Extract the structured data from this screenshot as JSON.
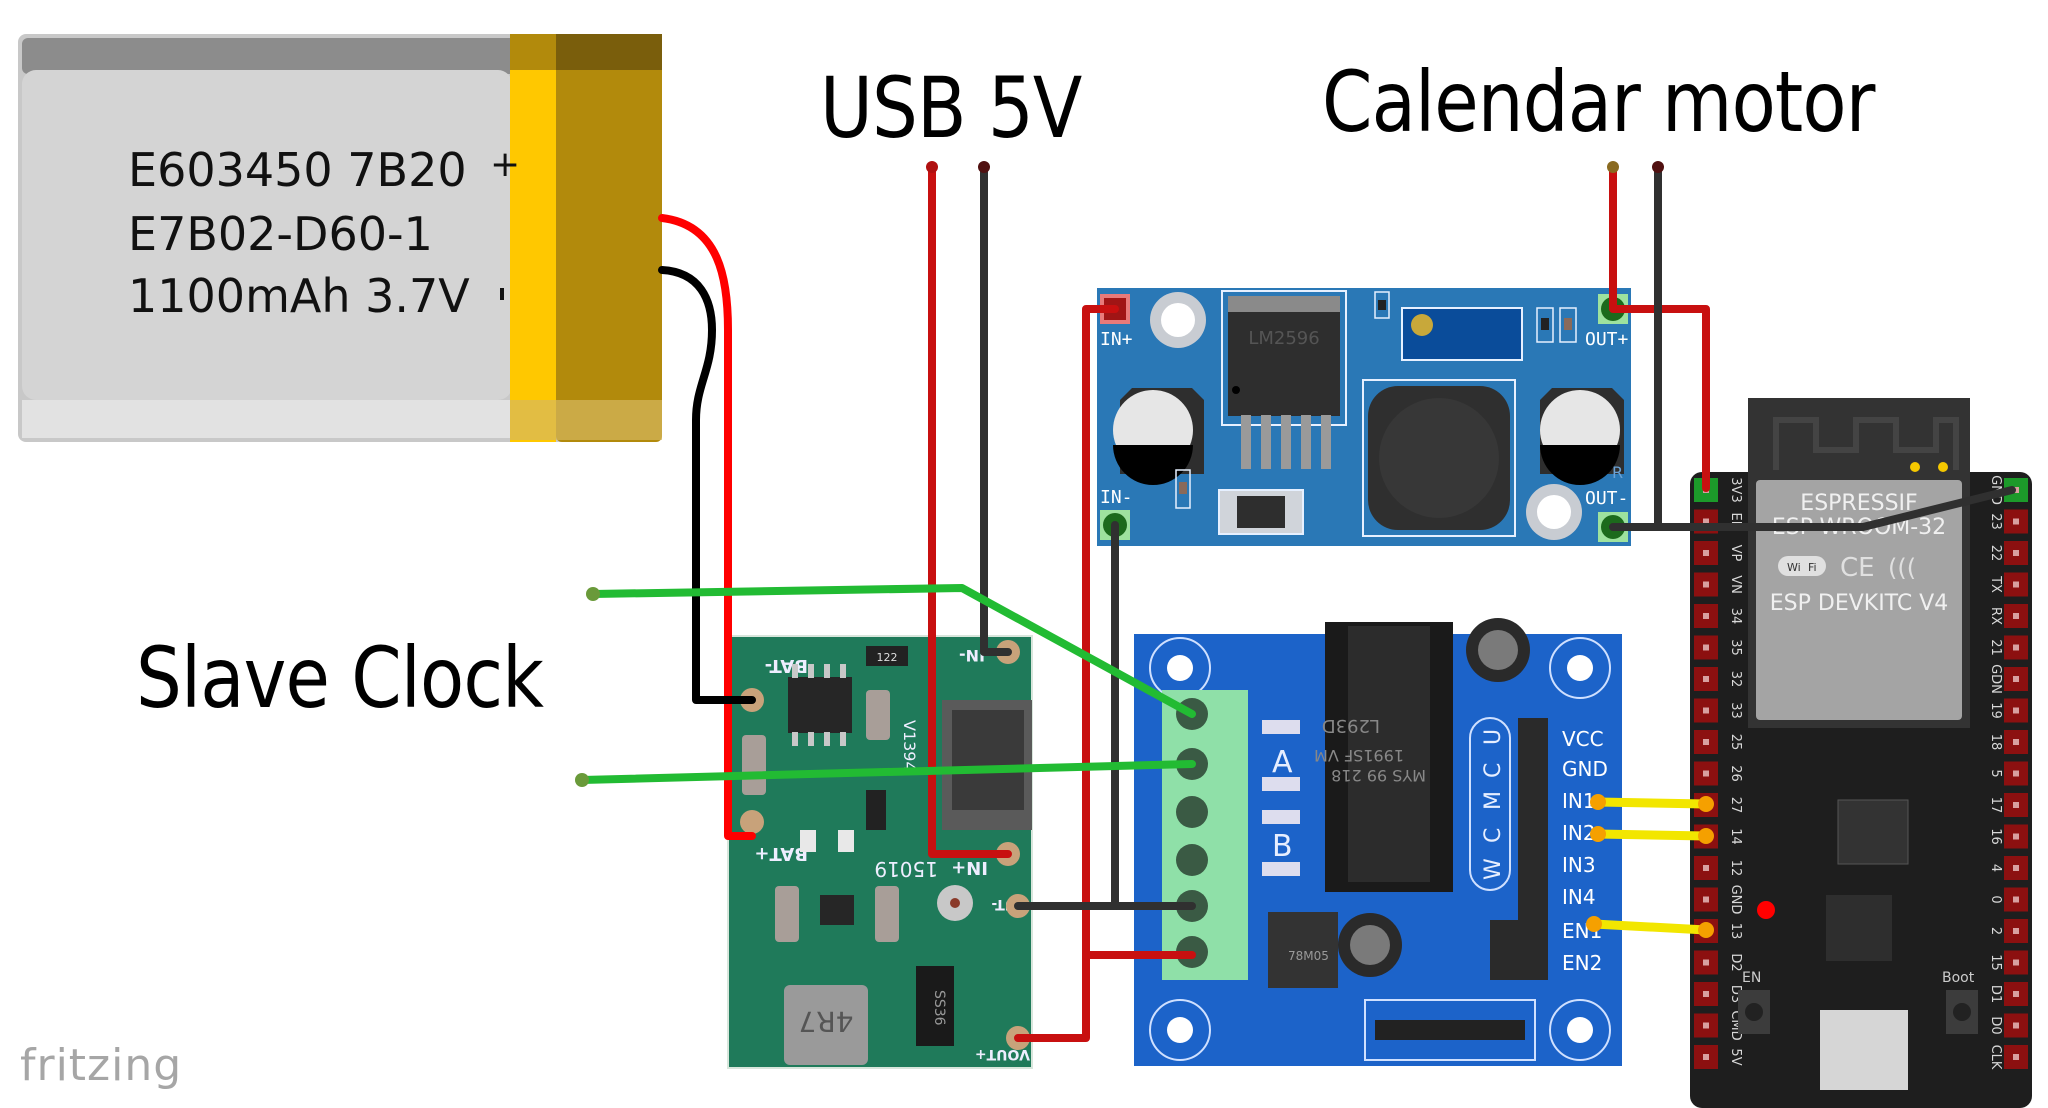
{
  "labels": {
    "usb": "USB 5V",
    "calendar_motor": "Calendar motor",
    "slave_clock": "Slave Clock",
    "watermark": "fritzing"
  },
  "battery": {
    "line1": "E603450 7B20",
    "line2": "E7B02-D60-1",
    "line3": "1100mAh 3.7V",
    "plus": "+",
    "minus": "-",
    "colors": {
      "body": "#d4d4d4",
      "tape": "#ffc800",
      "band": "#b28a0c"
    }
  },
  "charger_board": {
    "bat_minus": "BAT-",
    "bat_plus": "BAT+",
    "in_minus": "IN-",
    "in_plus": "IN+",
    "out_minus": "OUT-",
    "vout_plus": "VOUT+",
    "model": "15019",
    "version": "V1394",
    "inductor": "4R7",
    "diode": "SS36",
    "resistor_code": "122",
    "color": "#1f7a5a"
  },
  "buck_converter": {
    "chip": "LM2596",
    "in_plus": "IN+",
    "in_minus": "IN-",
    "out_plus": "OUT+",
    "out_minus": "OUT-",
    "mark": "R",
    "color": "#2a78b6"
  },
  "motor_driver": {
    "chip_lines": [
      "L293D",
      "1991SF VM",
      "MYS 99 218"
    ],
    "regulator": "78M05",
    "channel_a": "A",
    "channel_b": "B",
    "mcu_letters": [
      "U",
      "C",
      "M",
      "C",
      "W"
    ],
    "pins": [
      "VCC",
      "GND",
      "IN1",
      "IN2",
      "IN3",
      "IN4",
      "EN1",
      "EN2"
    ],
    "color": "#1c63c9"
  },
  "esp32": {
    "brand": "ESPRESSIF",
    "module": "ESP-WROOM-32",
    "board": "ESP DEVKITC V4",
    "wifi_left": "Wi",
    "wifi_right": "Fi",
    "ce": "CE",
    "left_pins": [
      "3V3",
      "EN",
      "VP",
      "VN",
      "34",
      "35",
      "32",
      "33",
      "25",
      "26",
      "27",
      "14",
      "12",
      "GND",
      "13",
      "D2",
      "D3",
      "CMD",
      "5V"
    ],
    "right_pins": [
      "GND",
      "23",
      "22",
      "TX",
      "RX",
      "21",
      "GDN",
      "19",
      "18",
      "5",
      "17",
      "16",
      "4",
      "0",
      "2",
      "15",
      "D1",
      "D0",
      "CLK"
    ],
    "btn_en": "EN",
    "btn_boot": "Boot",
    "color": "#1e1e1e"
  },
  "wire_colors": {
    "red": "#d01010",
    "black": "#303030",
    "green": "#22bb33",
    "yellow": "#f2e600"
  }
}
